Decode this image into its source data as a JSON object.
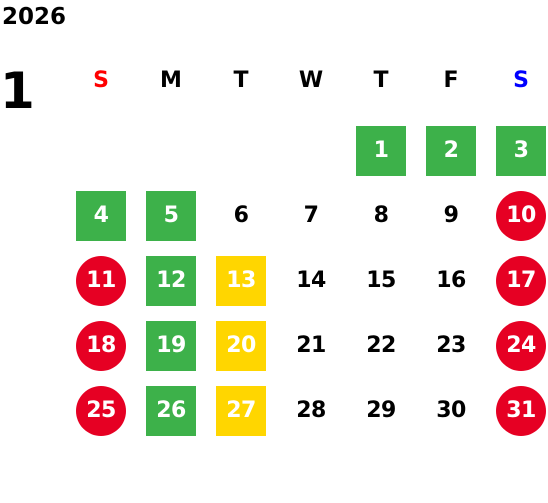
{
  "calendar": {
    "year": "2026",
    "month": "1",
    "weekdays": [
      {
        "label": "S",
        "color": "#ff0000"
      },
      {
        "label": "M",
        "color": "#000000"
      },
      {
        "label": "T",
        "color": "#000000"
      },
      {
        "label": "W",
        "color": "#000000"
      },
      {
        "label": "T",
        "color": "#000000"
      },
      {
        "label": "F",
        "color": "#000000"
      },
      {
        "label": "S",
        "color": "#0000ff"
      }
    ],
    "styles": {
      "green": "#3db14a",
      "yellow": "#ffd600",
      "red": "#e60023"
    },
    "weeks": [
      [
        null,
        null,
        null,
        null,
        {
          "day": "1",
          "style": "green"
        },
        {
          "day": "2",
          "style": "green"
        },
        {
          "day": "3",
          "style": "green"
        }
      ],
      [
        {
          "day": "4",
          "style": "green"
        },
        {
          "day": "5",
          "style": "green"
        },
        {
          "day": "6",
          "style": "plain"
        },
        {
          "day": "7",
          "style": "plain"
        },
        {
          "day": "8",
          "style": "plain"
        },
        {
          "day": "9",
          "style": "plain"
        },
        {
          "day": "10",
          "style": "red"
        }
      ],
      [
        {
          "day": "11",
          "style": "red"
        },
        {
          "day": "12",
          "style": "green"
        },
        {
          "day": "13",
          "style": "yellow"
        },
        {
          "day": "14",
          "style": "plain"
        },
        {
          "day": "15",
          "style": "plain"
        },
        {
          "day": "16",
          "style": "plain"
        },
        {
          "day": "17",
          "style": "red"
        }
      ],
      [
        {
          "day": "18",
          "style": "red"
        },
        {
          "day": "19",
          "style": "green"
        },
        {
          "day": "20",
          "style": "yellow"
        },
        {
          "day": "21",
          "style": "plain"
        },
        {
          "day": "22",
          "style": "plain"
        },
        {
          "day": "23",
          "style": "plain"
        },
        {
          "day": "24",
          "style": "red"
        }
      ],
      [
        {
          "day": "25",
          "style": "red"
        },
        {
          "day": "26",
          "style": "green"
        },
        {
          "day": "27",
          "style": "yellow"
        },
        {
          "day": "28",
          "style": "plain"
        },
        {
          "day": "29",
          "style": "plain"
        },
        {
          "day": "30",
          "style": "plain"
        },
        {
          "day": "31",
          "style": "red"
        }
      ]
    ]
  }
}
